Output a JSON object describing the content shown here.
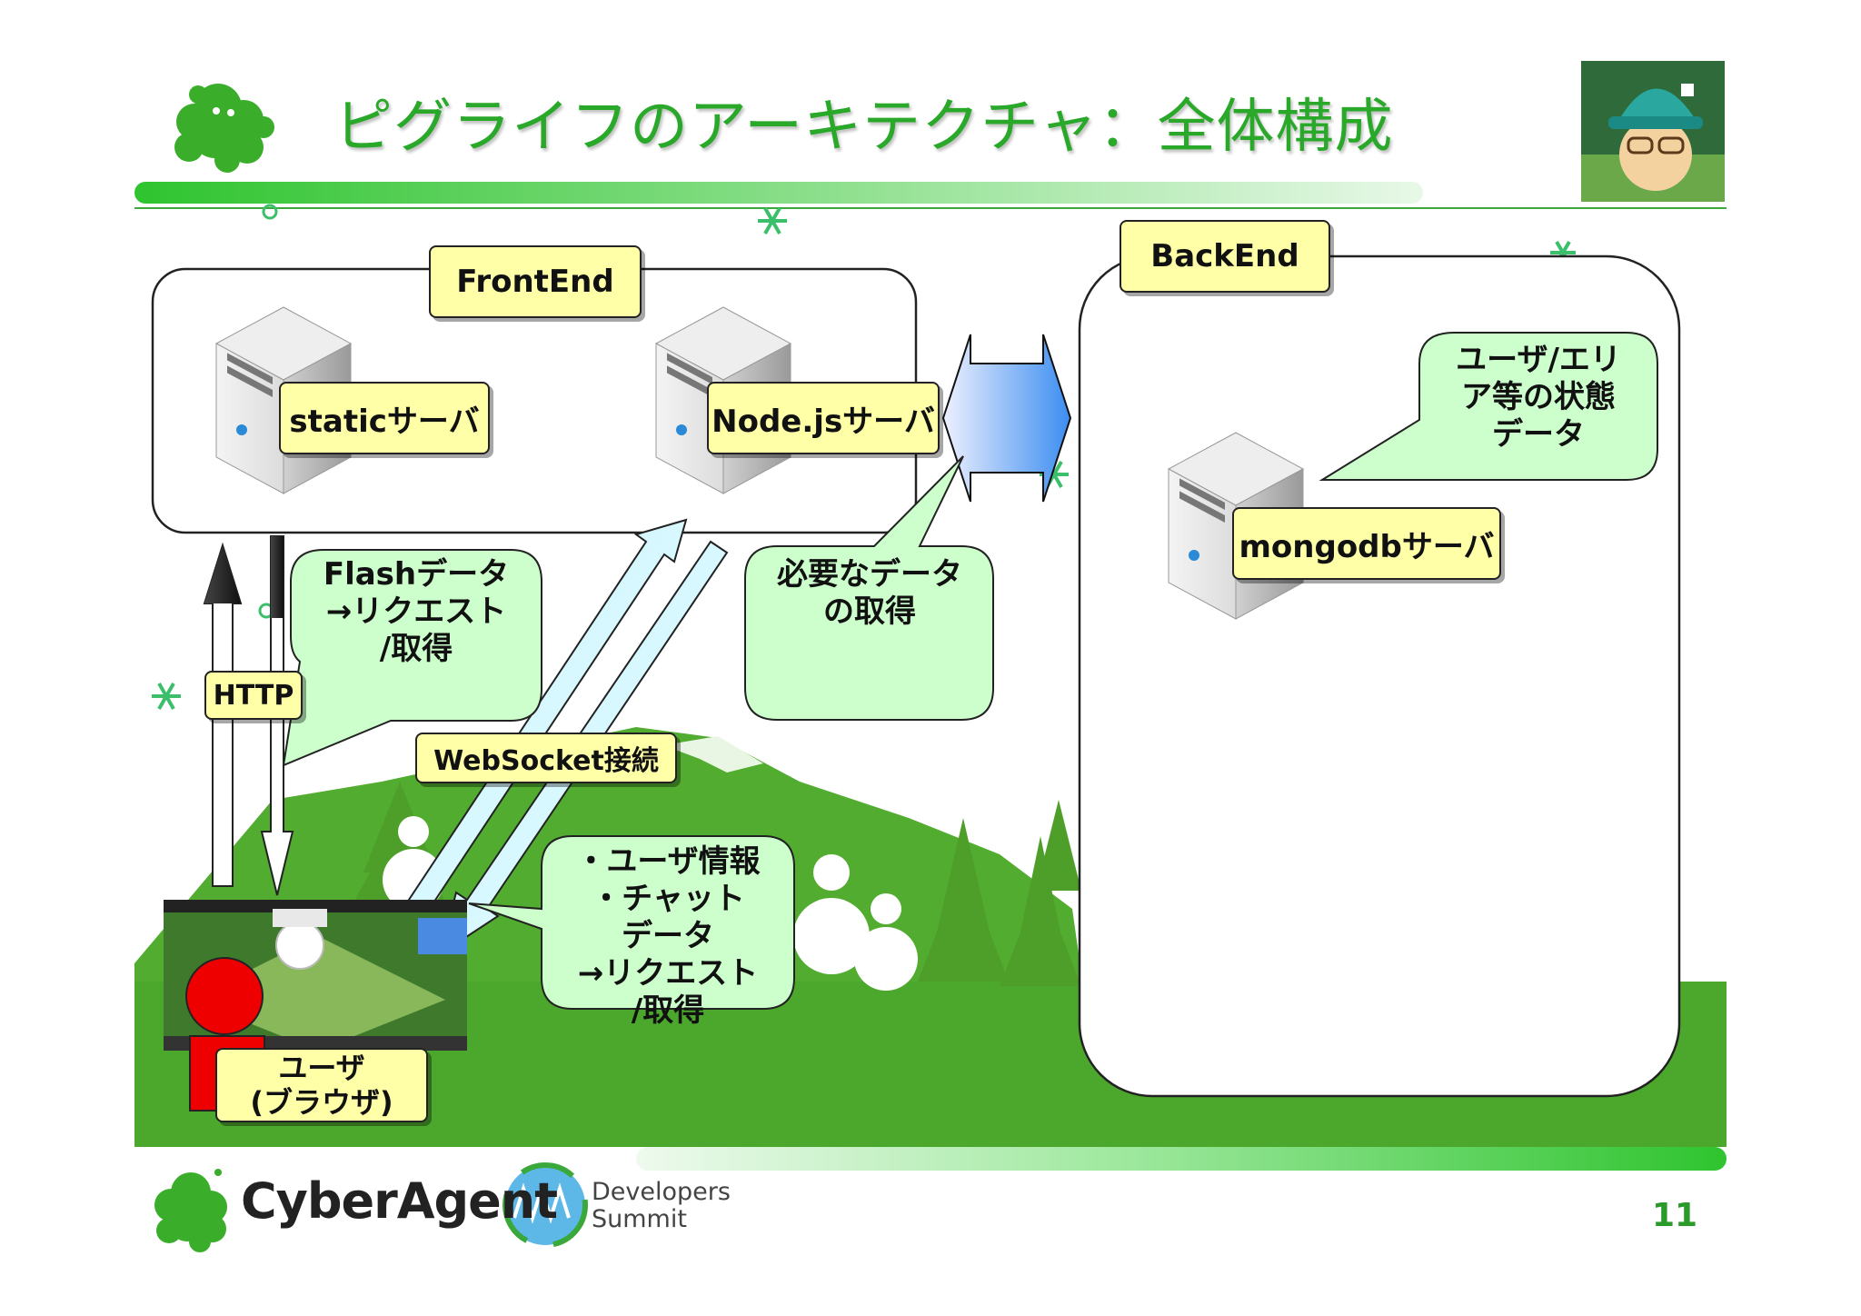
{
  "slide": {
    "title": "ピグライフのアーキテクチャ：全体構成",
    "page_number": "11"
  },
  "groups": {
    "frontend": "FrontEnd",
    "backend": "BackEnd"
  },
  "servers": {
    "static": "staticサーバ",
    "nodejs": "Node.jsサーバ",
    "mongodb": "mongodbサーバ"
  },
  "connections": {
    "http": "HTTP",
    "websocket": "WebSocket接続"
  },
  "user": {
    "line1": "ユーザ",
    "line2": "(ブラウザ)"
  },
  "callouts": {
    "flash": "Flashデータ\n→リクエスト\n/取得",
    "required": "必要なデータ\nの取得",
    "state": "ユーザ/エリ\nア等の状態\nデータ",
    "userdata": "・ユーザ情報\n・チャット\nデータ\n→リクエスト\n/取得"
  },
  "footer": {
    "company": "CyberAgent",
    "event_line1": "Developers",
    "event_line2": "Summit"
  },
  "colors": {
    "title_green": "#2aa82a",
    "label_yellow": "#ffffa8",
    "callout_green": "#ccffcc",
    "ground_green": "#4ca82c",
    "person_red": "#ee0000"
  },
  "icons": [
    "mascot-logo-icon",
    "avatar-portrait-icon",
    "server-icon",
    "snowflake-icon",
    "tree-icon",
    "snowman-icon",
    "mountain-icon",
    "game-screenshot-icon",
    "person-icon",
    "developers-summit-logo-icon"
  ]
}
